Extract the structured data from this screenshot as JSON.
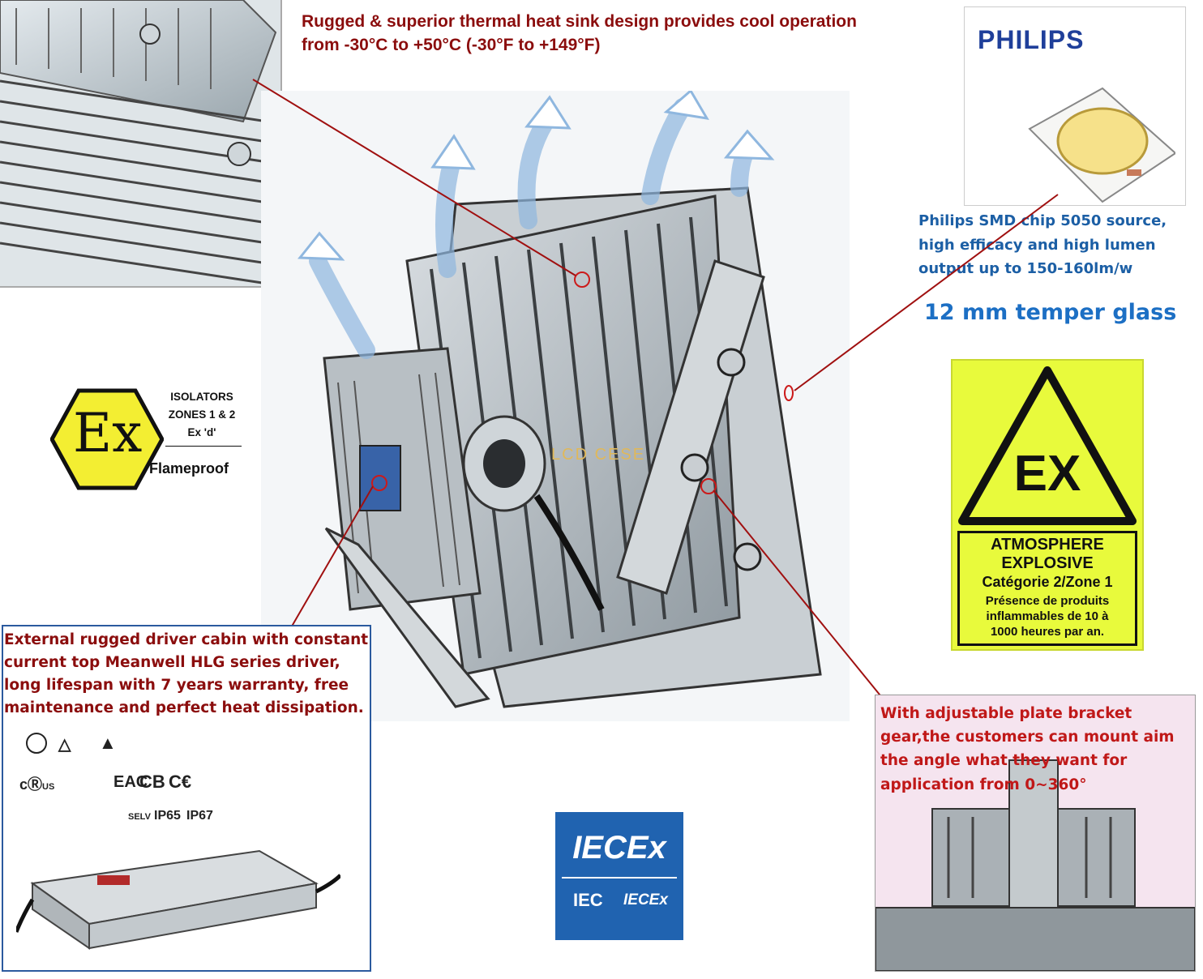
{
  "callouts": {
    "heat_sink": "Rugged & superior thermal heat sink design provides cool operation from -30°C to +50°C (-30°F  to  +149°F)",
    "philips_chip": "Philips SMD chip 5050 source, high efficacy and high lumen output up to 150-160lm/w",
    "glass": "12 mm temper glass",
    "driver": "External rugged driver cabin with constant current top Meanwell HLG series driver, long lifespan with 7 years warranty, free maintenance and perfect heat dissipation.",
    "bracket": "With adjustable plate bracket gear,the customers can mount aim the angle what they want for application from 0~360°"
  },
  "philips_logo": "PHILIPS",
  "ex_badge": {
    "symbol": "Ex",
    "line1": "ISOLATORS",
    "line2": "ZONES 1 & 2",
    "line3": "Ex 'd'",
    "label": "Flameproof"
  },
  "atex_sign": {
    "symbol": "EX",
    "line1": "ATMOSPHERE",
    "line2": "EXPLOSIVE",
    "line3": "Catégorie 2/Zone 1",
    "line4": "Présence de produits",
    "line5": "inflammables de 10 à",
    "line6": "1000 heures par an."
  },
  "iecex_logo": {
    "title": "IECEx",
    "sub_left": "IEC",
    "sub_right": "IECEx"
  },
  "watermark": "LCD CESE",
  "certs": {
    "ip65": "IP65",
    "ip67": "IP67",
    "selv": "SELV",
    "cb": "CB",
    "ce": "C€",
    "eac": "EAC",
    "us": "US"
  },
  "colors": {
    "callout_red": "#8b0d0d",
    "callout_blue": "#1c5fa5",
    "sign_yellow": "#e8fa3c",
    "iecex_blue": "#2063b0"
  }
}
